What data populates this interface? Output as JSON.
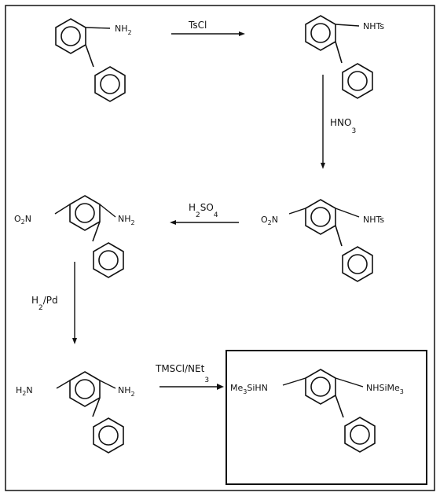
{
  "scheme": {
    "step1": {
      "start": {
        "group": "NH",
        "group_sub": "2"
      },
      "reagent": "TsCl",
      "product": {
        "group": "NHTs"
      }
    },
    "step2": {
      "reagent_main": "HNO",
      "reagent_sub": "3",
      "product": {
        "nitro": "O",
        "nitro_sub": "2",
        "nitro_tail": "N",
        "group": "NHTs"
      }
    },
    "step3": {
      "reagent_main": "H",
      "reagent_sub1": "2",
      "reagent_mid": "SO",
      "reagent_sub2": "4",
      "product": {
        "nitro": "O",
        "nitro_sub": "2",
        "nitro_tail": "N",
        "group": "NH",
        "group_sub": "2"
      }
    },
    "step4": {
      "reagent_main": "H",
      "reagent_sub": "2",
      "reagent_tail": "/Pd",
      "product": {
        "left": "H",
        "left_sub": "2",
        "left_tail": "N",
        "group": "NH",
        "group_sub": "2"
      }
    },
    "step5": {
      "reagent_main": "TMSCl/NEt",
      "reagent_sub": "3",
      "product": {
        "left_main": "Me",
        "left_sub": "3",
        "left_tail": "SiHN",
        "group_main": "NHSiMe",
        "group_sub": "3"
      }
    }
  }
}
